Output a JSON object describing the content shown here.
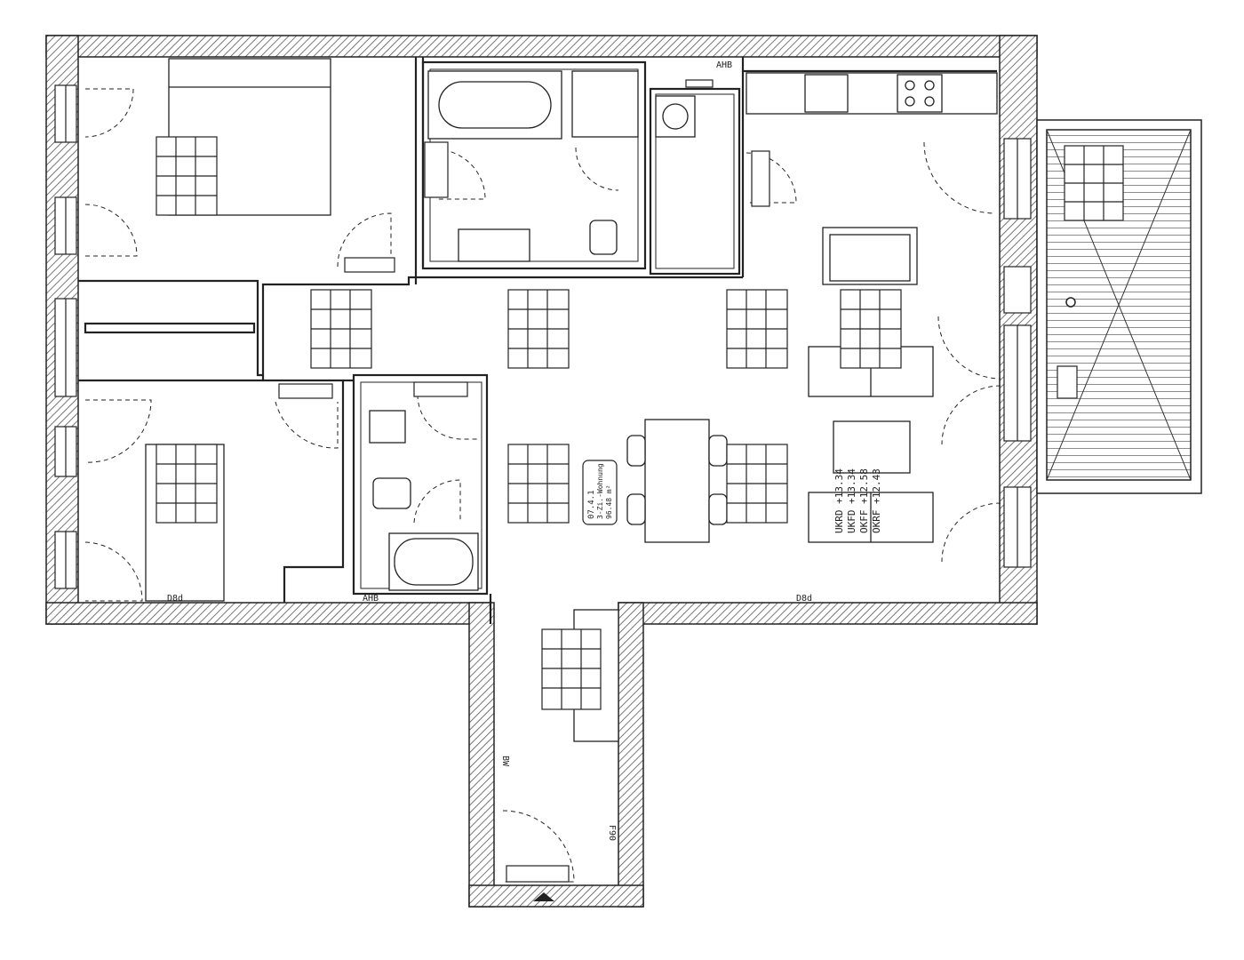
{
  "plan": {
    "wall_labels": {
      "top_center": "AHB",
      "bottom_left": "D8d",
      "bottom_right": "D8d",
      "bath2_bottom": "AHB",
      "corridor_side": "BW",
      "corridor_right": "F90"
    },
    "levels": {
      "ukrd": "UKRD +13.34",
      "ukfd": "UKFD +13.34",
      "okff": "OKFF +12.58",
      "okrf": "OKRF +12.43"
    },
    "dining_tag": {
      "id": "07.4.1",
      "name": "3-Zi.-Wohnung",
      "area": "96.48 m²"
    }
  },
  "colors": {
    "line": "#222222",
    "hatch": "#555555",
    "background": "#ffffff"
  }
}
